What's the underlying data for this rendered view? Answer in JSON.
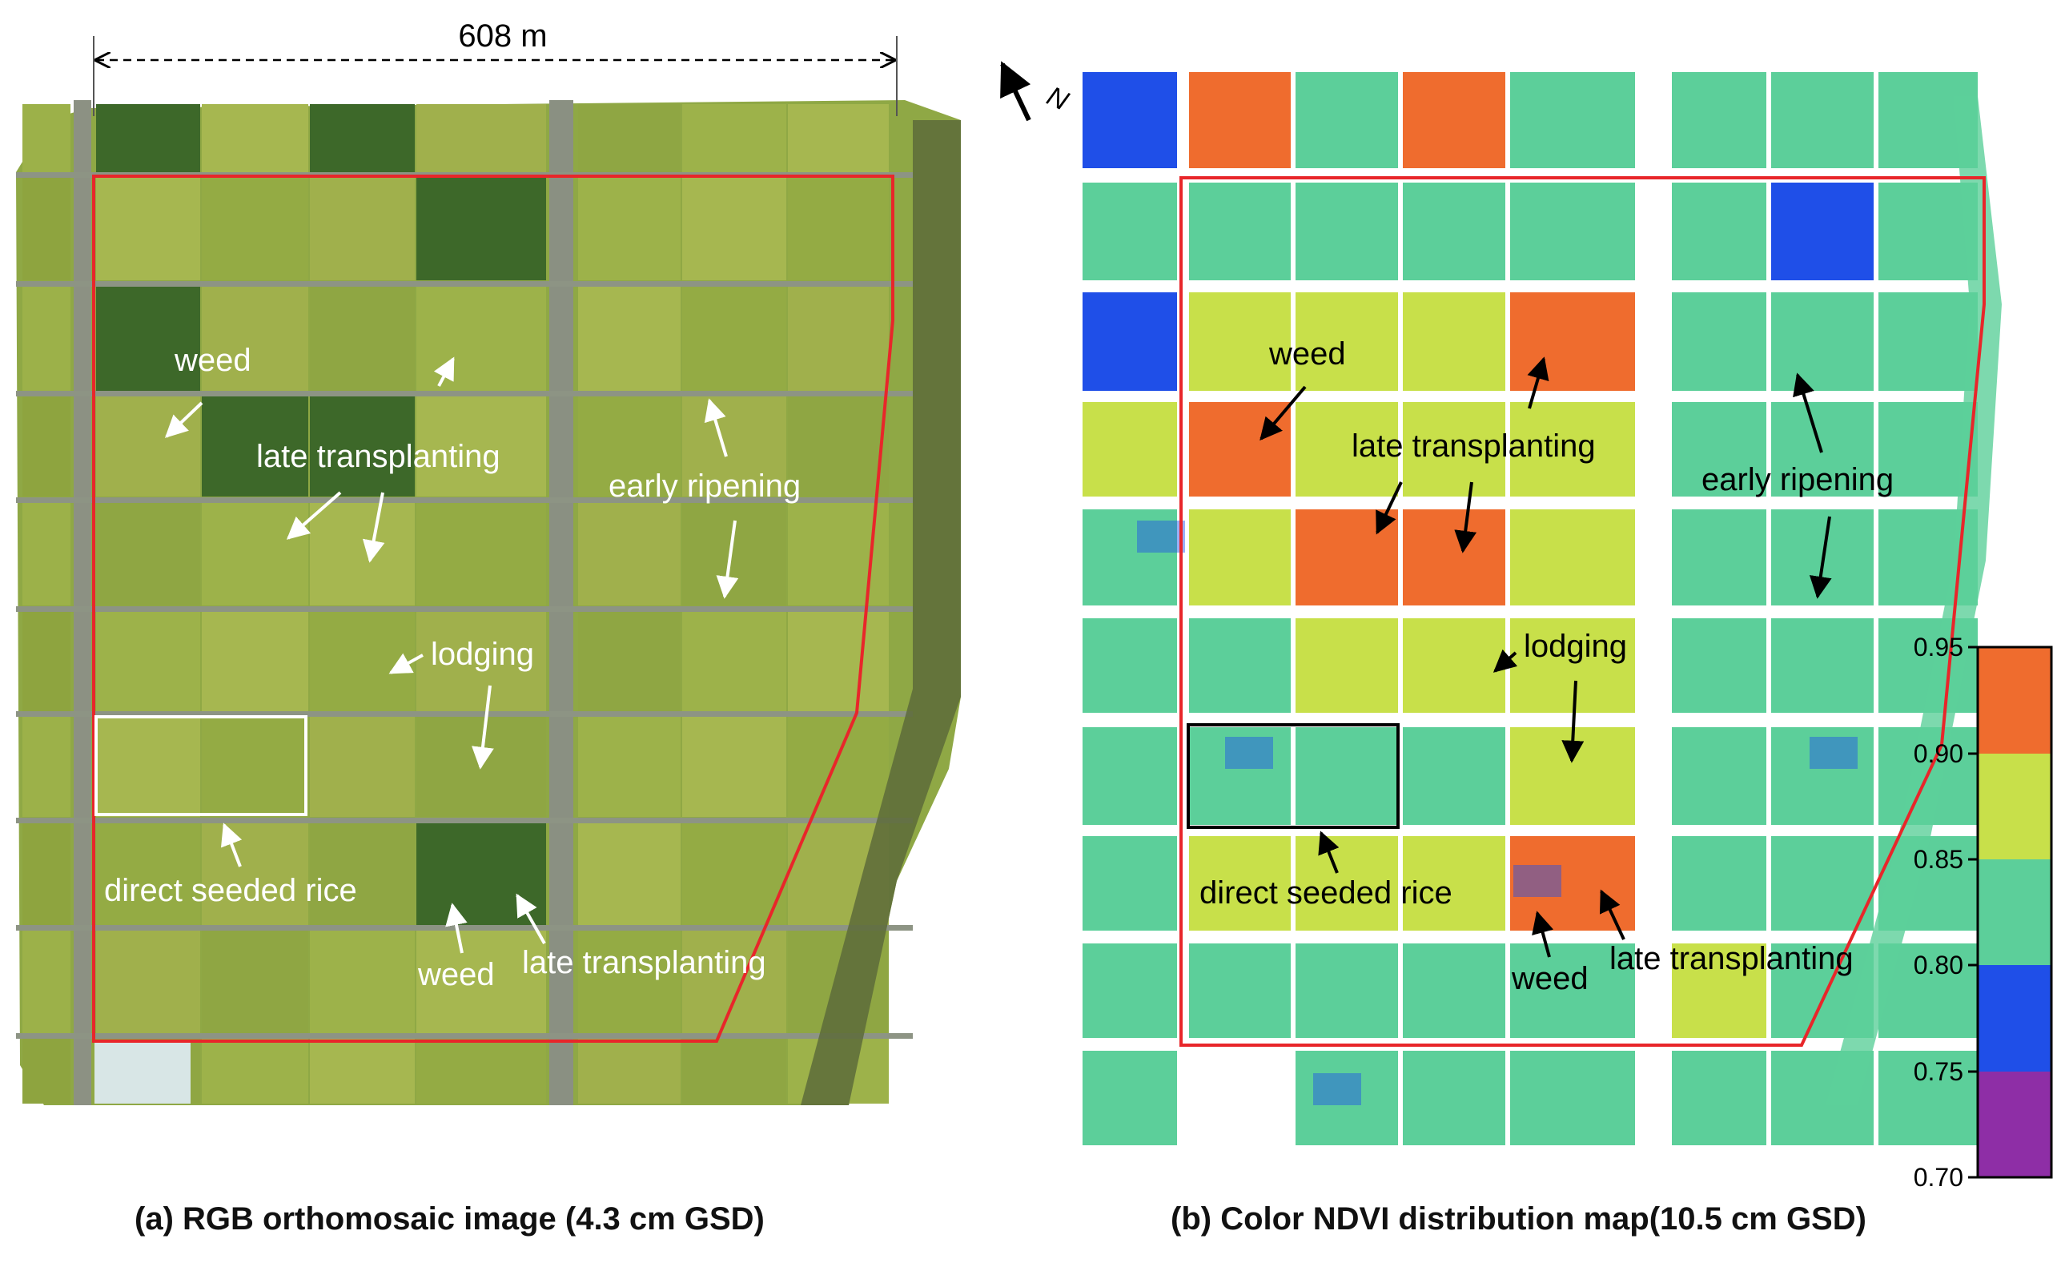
{
  "rgb_panel": {
    "scale_label": "608 m",
    "caption": "(a)  RGB orthomosaic image (4.3 cm GSD)",
    "annotations": {
      "weed_top": "weed",
      "late_top": "late transplanting",
      "early": "early ripening",
      "lodging": "lodging",
      "direct": "direct seeded rice",
      "weed_bottom": "weed",
      "late_bottom": "late transplanting"
    },
    "colors": {
      "field": "#9aaf4a",
      "dark_field": "#3f6a2a",
      "road": "#8e9486",
      "boundary": "#e8262a",
      "highlight_box": "#ffffff"
    }
  },
  "ndvi_panel": {
    "north_label": "N",
    "caption": "(b) Color NDVI distribution map(10.5 cm GSD)",
    "annotations": {
      "weed_top": "weed",
      "late_top": "late transplanting",
      "early": "early ripening",
      "lodging": "lodging",
      "direct": "direct seeded rice",
      "weed_bottom": "weed",
      "late_bottom": "late transplanting"
    },
    "colors": {
      "boundary": "#e8262a",
      "highlight_box": "#000000"
    }
  },
  "legend": {
    "ticks": [
      "0.95",
      "0.90",
      "0.85",
      "0.80",
      "0.75",
      "0.70"
    ],
    "bands": [
      {
        "range": "0.90-0.95",
        "color": "#ef6c2e"
      },
      {
        "range": "0.85-0.90",
        "color": "#c8e04a"
      },
      {
        "range": "0.80-0.85",
        "color": "#5ccf9a"
      },
      {
        "range": "0.75-0.80",
        "color": "#1f4fe8"
      },
      {
        "range": "0.70-0.75",
        "color": "#8e2ea6"
      }
    ]
  }
}
